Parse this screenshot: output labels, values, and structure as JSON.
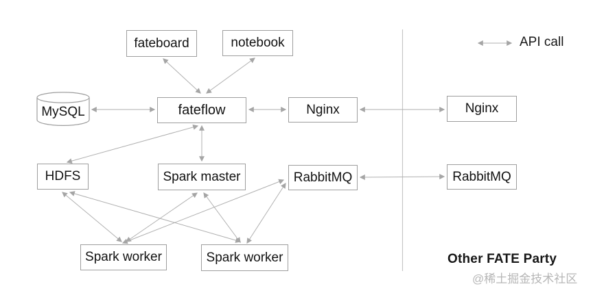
{
  "diagram": {
    "legend": {
      "label": "API call"
    },
    "other_party_label": "Other FATE Party",
    "watermark": "@稀土掘金技术社区",
    "nodes": [
      {
        "id": "fateboard",
        "label": "fateboard"
      },
      {
        "id": "notebook",
        "label": "notebook"
      },
      {
        "id": "mysql",
        "label": "MySQL",
        "shape": "cylinder"
      },
      {
        "id": "fateflow",
        "label": "fateflow"
      },
      {
        "id": "nginx_local",
        "label": "Nginx"
      },
      {
        "id": "nginx_remote",
        "label": "Nginx",
        "party": "other"
      },
      {
        "id": "hdfs",
        "label": "HDFS"
      },
      {
        "id": "spark_master",
        "label": "Spark master"
      },
      {
        "id": "rabbitmq_local",
        "label": "RabbitMQ"
      },
      {
        "id": "rabbitmq_remote",
        "label": "RabbitMQ",
        "party": "other"
      },
      {
        "id": "spark_worker_1",
        "label": "Spark worker"
      },
      {
        "id": "spark_worker_2",
        "label": "Spark worker"
      }
    ],
    "edges": [
      {
        "from": "fateboard",
        "to": "fateflow",
        "style": "bidirectional"
      },
      {
        "from": "notebook",
        "to": "fateflow",
        "style": "bidirectional"
      },
      {
        "from": "mysql",
        "to": "fateflow",
        "style": "bidirectional"
      },
      {
        "from": "fateflow",
        "to": "nginx_local",
        "style": "bidirectional"
      },
      {
        "from": "nginx_local",
        "to": "nginx_remote",
        "style": "bidirectional"
      },
      {
        "from": "fateflow",
        "to": "hdfs",
        "style": "bidirectional"
      },
      {
        "from": "fateflow",
        "to": "spark_master",
        "style": "bidirectional"
      },
      {
        "from": "rabbitmq_local",
        "to": "rabbitmq_remote",
        "style": "bidirectional"
      },
      {
        "from": "hdfs",
        "to": "spark_worker_1",
        "style": "bidirectional"
      },
      {
        "from": "hdfs",
        "to": "spark_worker_2",
        "style": "bidirectional"
      },
      {
        "from": "spark_master",
        "to": "spark_worker_1",
        "style": "bidirectional"
      },
      {
        "from": "spark_master",
        "to": "spark_worker_2",
        "style": "bidirectional"
      },
      {
        "from": "spark_worker_1",
        "to": "rabbitmq_local",
        "style": "bidirectional"
      },
      {
        "from": "spark_worker_2",
        "to": "rabbitmq_local",
        "style": "bidirectional"
      }
    ],
    "colors": {
      "background": "#ffffff",
      "box_border": "#9d9d9d",
      "box_fill": "#ffffff",
      "line": "#afafaf",
      "text": "#111111",
      "watermark": "#b6b6b6"
    }
  }
}
